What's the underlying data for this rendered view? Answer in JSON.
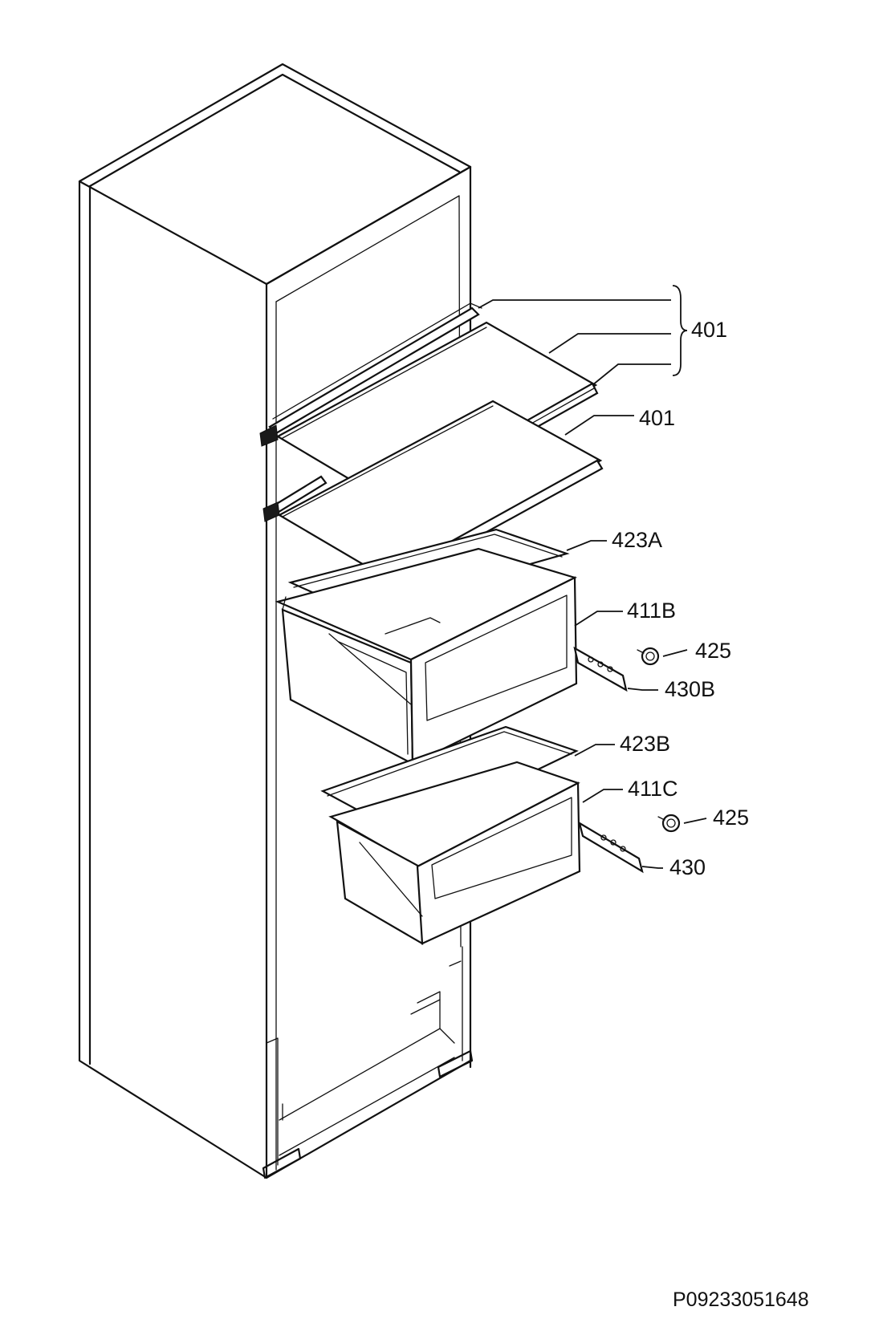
{
  "labels": {
    "shelf_group": "401",
    "shelf_lower": "401",
    "cover_a": "423A",
    "crisper_b": "411B",
    "roller_1": "425",
    "rail_b": "430B",
    "cover_b": "423B",
    "crisper_c": "411C",
    "roller_2": "425",
    "rail": "430"
  },
  "drawing_code": "P09233051648"
}
